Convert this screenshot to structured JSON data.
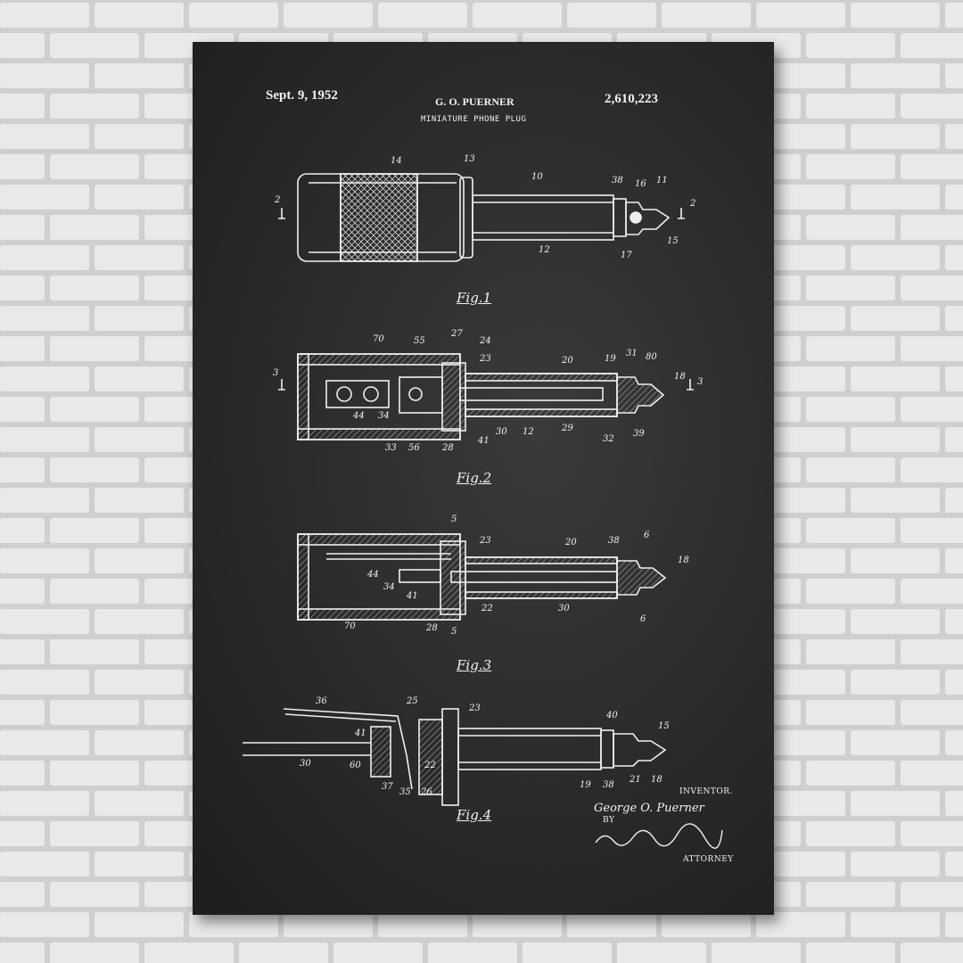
{
  "header": {
    "date": "Sept. 9, 1952",
    "inventor_name": "G. O. PUERNER",
    "subtitle": "MINIATURE PHONE PLUG",
    "patent_number": "2,610,223"
  },
  "figures": [
    "Fig.1",
    "Fig.2",
    "Fig.3",
    "Fig.4"
  ],
  "fig1_labels": [
    "14",
    "13",
    "10",
    "38",
    "16",
    "11",
    "2",
    "2",
    "12",
    "17",
    "15"
  ],
  "fig2_labels": [
    "70",
    "55",
    "27",
    "24",
    "23",
    "20",
    "19",
    "31",
    "80",
    "18",
    "3",
    "3",
    "44",
    "34",
    "33",
    "56",
    "28",
    "41",
    "30",
    "12",
    "29",
    "32",
    "39"
  ],
  "fig3_labels": [
    "5",
    "23",
    "20",
    "38",
    "6",
    "18",
    "44",
    "34",
    "41",
    "22",
    "30",
    "70",
    "28",
    "5",
    "6"
  ],
  "fig4_labels": [
    "36",
    "25",
    "23",
    "40",
    "15",
    "41",
    "30",
    "60",
    "22",
    "37",
    "35",
    "26",
    "19",
    "38",
    "21",
    "18"
  ],
  "footer": {
    "inventor_heading": "INVENTOR.",
    "inventor_signature": "George O. Puerner",
    "by": "BY",
    "attorney": "ATTORNEY"
  },
  "colors": {
    "wall": "#e9e9e9",
    "mortar": "#cfcfcf",
    "board": "#2a2a2a",
    "chalk": "#f2f2f2"
  }
}
